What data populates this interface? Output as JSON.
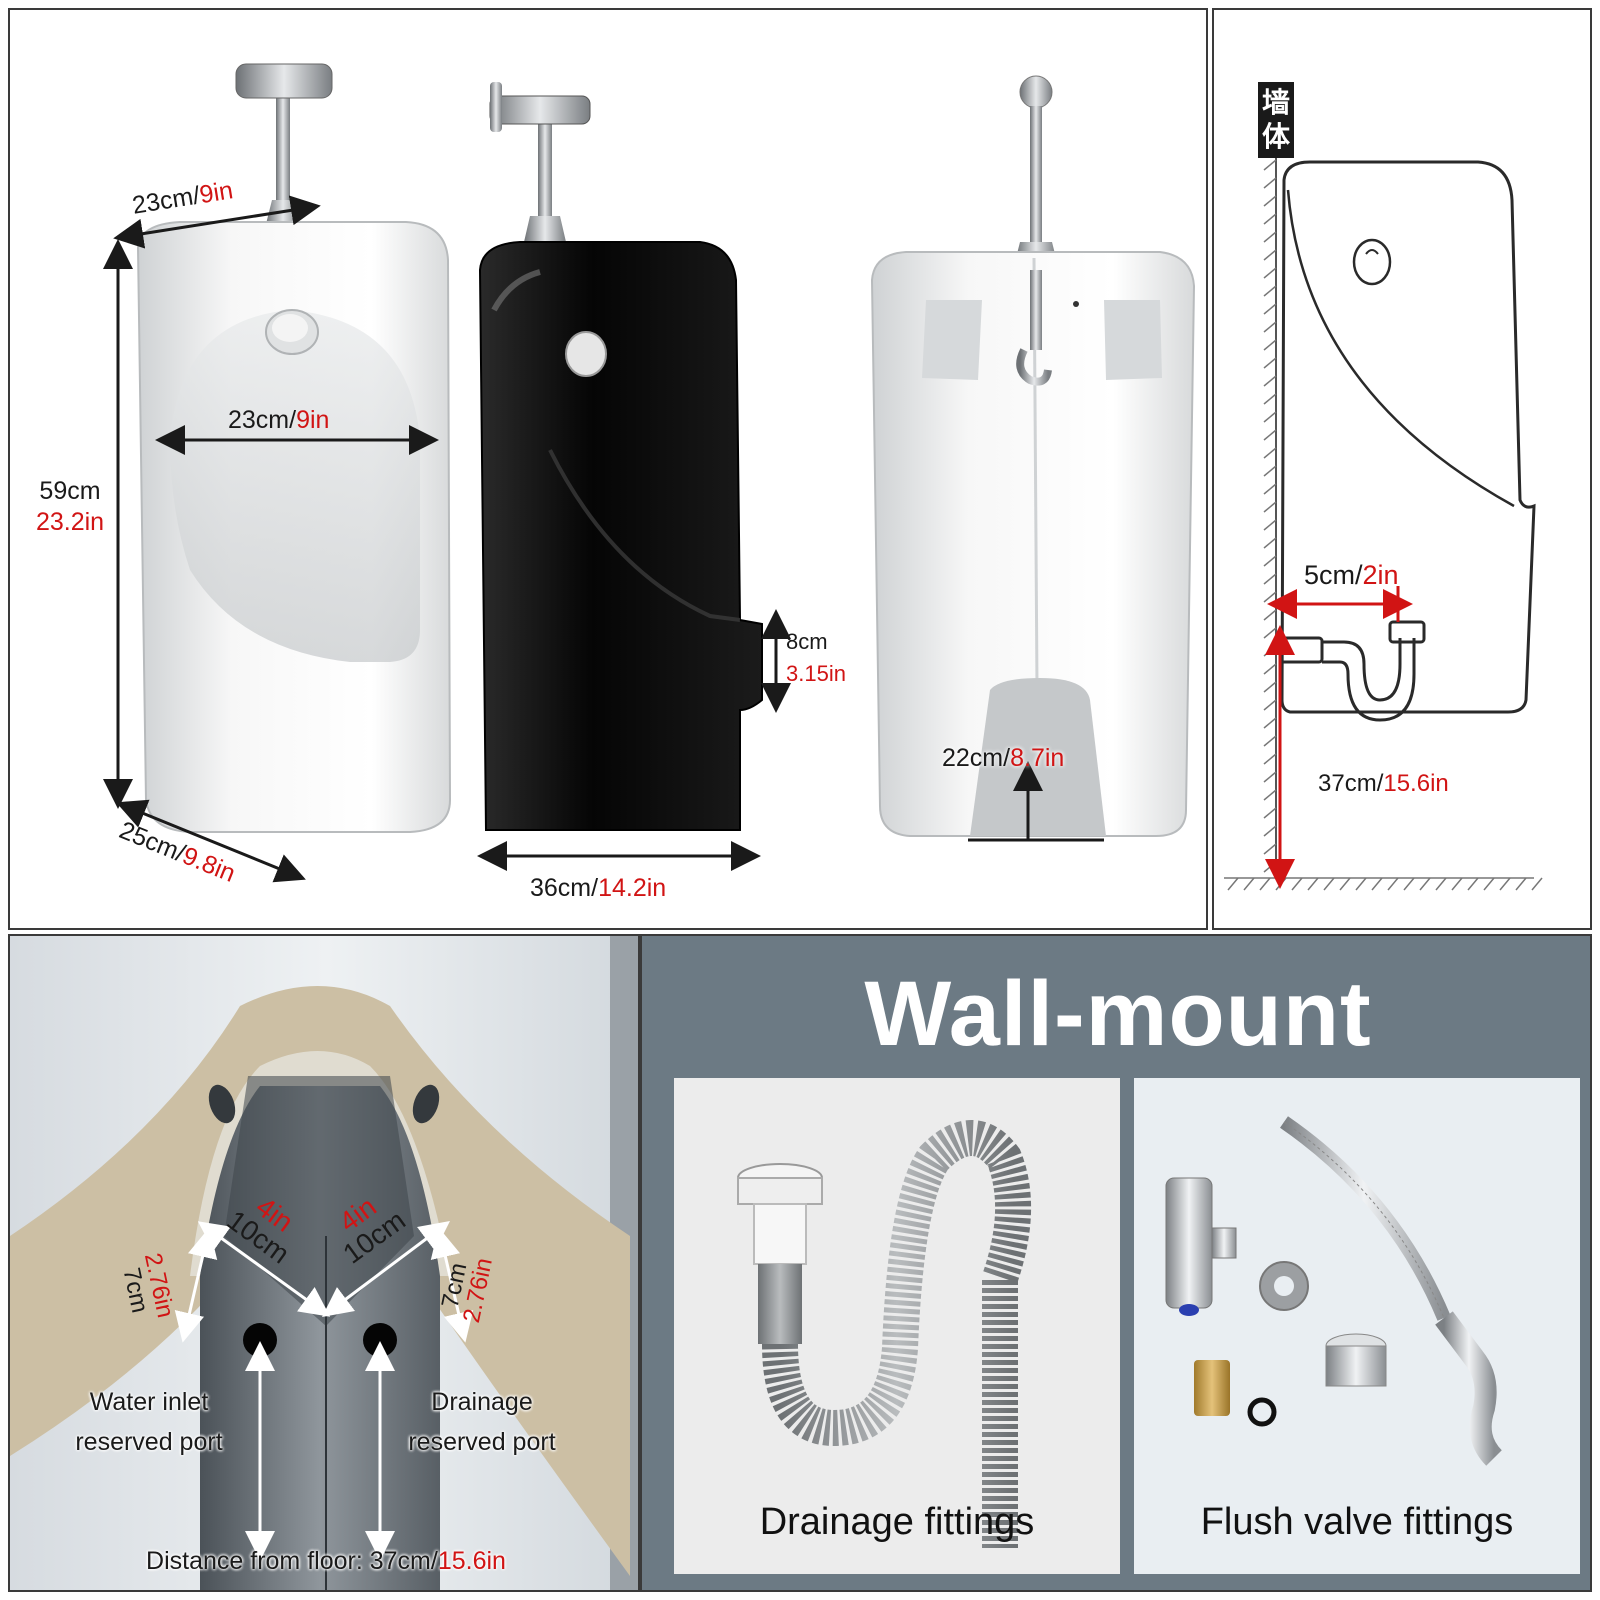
{
  "products": {
    "white_top_width": {
      "cm": "23cm/",
      "in": "9in"
    },
    "white_bowl_width": {
      "cm": "23cm/",
      "in": "9in"
    },
    "white_height": {
      "cm": "59cm",
      "in": "23.2in"
    },
    "white_depth": {
      "cm": "25cm/",
      "in": "9.8in"
    },
    "black_lip": {
      "cm": "8cm",
      "in": "3.15in"
    },
    "black_depth": {
      "cm": "36cm/",
      "in": "14.2in"
    },
    "back_opening": {
      "cm": "22cm/",
      "in": "8.7in"
    }
  },
  "diagram": {
    "wall_label": "墙体",
    "pipe_offset": {
      "cm": "5cm/",
      "in": "2in"
    },
    "floor_height": {
      "cm": "37cm/",
      "in": "15.6in"
    }
  },
  "closeup": {
    "left_width": {
      "cm": "10cm",
      "in": "4in"
    },
    "right_width": {
      "cm": "10cm",
      "in": "4in"
    },
    "left_height": {
      "cm": "7cm",
      "in": "2.76in"
    },
    "right_height": {
      "cm": "7cm",
      "in": "2.76in"
    },
    "inlet_label_1": "Water inlet",
    "inlet_label_2": "reserved port",
    "drain_label_1": "Drainage",
    "drain_label_2": "reserved port",
    "floor_note": {
      "text": "Distance from floor: 37cm/",
      "in": "15.6in"
    }
  },
  "fittings": {
    "headline": "Wall-mount",
    "drainage_caption": "Drainage fittings",
    "flush_caption": "Flush valve fittings"
  },
  "colors": {
    "accent_red": "#d11414",
    "panel_slate": "#6c7a84"
  }
}
